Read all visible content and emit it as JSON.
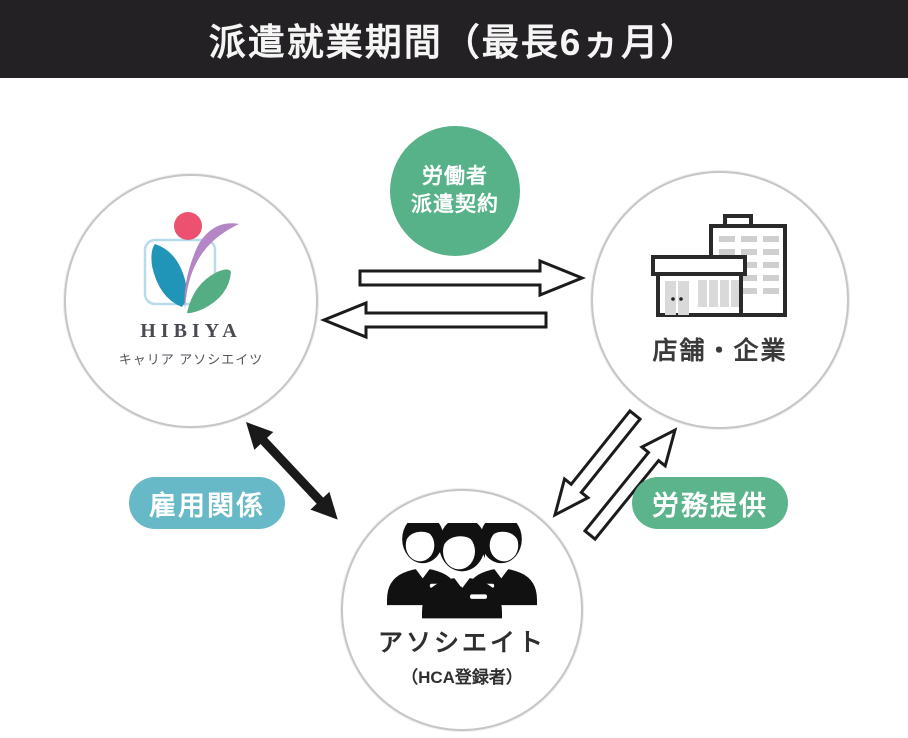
{
  "header": {
    "title": "派遣就業期間（最長6ヵ月）"
  },
  "nodes": {
    "agency": {
      "brand": "HIBIYA",
      "brand_sub": "キャリア アソシエイツ",
      "icon": "hibiya-flower-logo"
    },
    "company": {
      "label": "店舗・企業",
      "icon": "store-and-office-buildings-icon"
    },
    "associate": {
      "label": "アソシエイト",
      "sublabel": "（HCA登録者）",
      "icon": "three-businesspeople-icon"
    }
  },
  "relations": {
    "contract_badge": {
      "line1": "労働者",
      "line2": "派遣契約"
    },
    "employment_pill": {
      "text": "雇用関係"
    },
    "labor_pill": {
      "text": "労務提供"
    },
    "arrow_icons": [
      "arrow-agency-to-company-icon",
      "arrow-company-to-agency-icon",
      "arrow-company-to-associate-icon",
      "arrow-associate-to-company-icon",
      "double-arrow-agency-associate-icon"
    ]
  },
  "colors": {
    "header_bg": "#242124",
    "badge_green": "#57b28a",
    "pill_teal": "#68b9c7",
    "pill_green": "#5cb48c",
    "logo_pink": "#ec5170",
    "logo_teal": "#2095b8",
    "logo_purple": "#b586c6",
    "logo_green": "#55ad83",
    "circle_border": "#c6c6c6",
    "arrow_outline": "#1b1b1b"
  }
}
